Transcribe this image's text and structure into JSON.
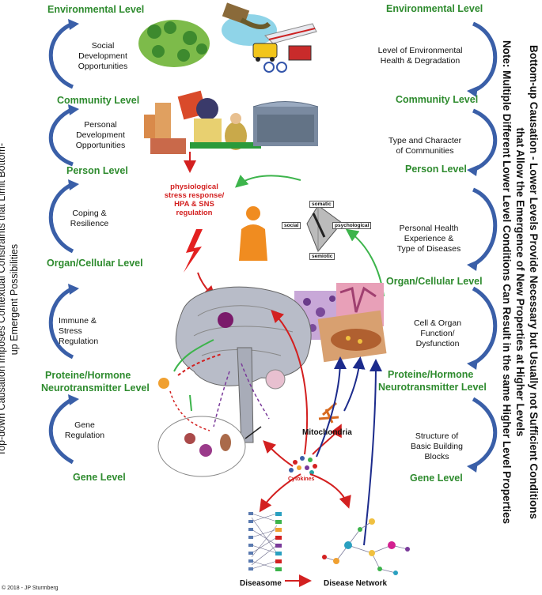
{
  "left": {
    "levels": [
      "Environmental Level",
      "Community Level",
      "Person Level",
      "Organ/Cellular Level",
      "Proteine/Hormone",
      "Neurotransmitter Level",
      "Gene Level"
    ],
    "descriptions": [
      "Social\nDevelopment\nOpportunities",
      "Personal\nDevelopment\nOpportunities",
      "Coping &\nResilience",
      "Immune &\nStress\nRegulation",
      "Gene\nRegulation"
    ],
    "vertical_caption": "Top-down Causation Imposes Contextual Constraints that Limit Bottom-up Emergent Possibilities"
  },
  "right": {
    "levels": [
      "Environmental Level",
      "Community Level",
      "Person Level",
      "Organ/Cellular Level",
      "Proteine/Hormone",
      "Neurotransmitter Level",
      "Gene Level"
    ],
    "descriptions": [
      "Level of Environmental\nHealth & Degradation",
      "Type and Character\nof Communities",
      "Personal Health\nExperience &\nType of Diseases",
      "Cell & Organ\nFunction/\nDysfunction",
      "Structure of\nBasic Building\nBlocks"
    ],
    "vertical_caption_line1": "Bottom-up Causation - Lower Levels Provide Necessary but Usually not Sufficient Conditions",
    "vertical_caption_line2": "that Allow the Emergence of New Properties at Higher Levels",
    "vertical_caption_line3": "Note: Multiple Different Lower Level Conditions Can Result in the same Higher Level Properties"
  },
  "center": {
    "stress_label": "physiological\nstress response/\nHPA & SNS\nregulation",
    "somatic": "somatic",
    "social": "social",
    "psychological": "psychological",
    "semiotic": "semiotic",
    "mitochondria": "Mitochondria",
    "cytokines": "Cytokines",
    "diseasome": "Diseasome",
    "disease_network": "Disease Network"
  },
  "copyright": "© 2018 - JP Sturmberg",
  "colors": {
    "level_green": "#2e8b2e",
    "arrow_blue": "#3a5fa8",
    "arrow_red": "#d32020",
    "arrow_green": "#3cb44b",
    "navy": "#1c2b8c"
  }
}
